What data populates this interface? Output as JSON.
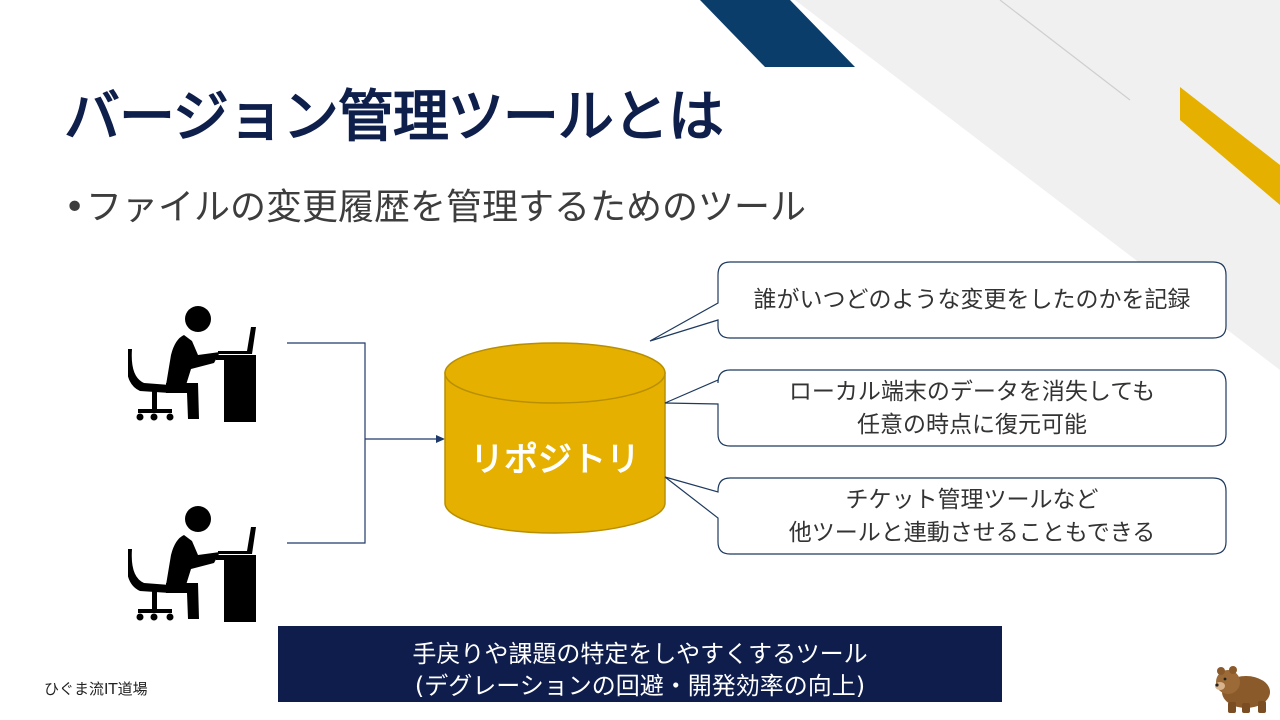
{
  "slide": {
    "title": "バージョン管理ツールとは",
    "bullet": "ファイルの変更履歴を管理するためのツール",
    "bullet_symbol": "•"
  },
  "diagram": {
    "repository_label": "リポジトリ",
    "callouts": [
      {
        "lines": [
          "誰がいつどのような変更をしたのかを記録"
        ]
      },
      {
        "lines": [
          "ローカル端末のデータを消失しても",
          "任意の時点に復元可能"
        ]
      },
      {
        "lines": [
          "チケット管理ツールなど",
          "他ツールと連動させることもできる"
        ]
      }
    ],
    "users": [
      {
        "icon": "person-at-desk-icon"
      },
      {
        "icon": "person-at-desk-icon"
      }
    ]
  },
  "summary": {
    "line1": "手戻りや課題の特定をしやすくするツール",
    "line2": "(デグレーションの回避・開発効率の向上)"
  },
  "footer": {
    "brand": "ひぐま流IT道場",
    "mascot_icon": "bear-icon"
  },
  "colors": {
    "navy": "#0e1d4c",
    "title": "#0f1f4b",
    "repository": "#e6b000",
    "repository_stroke": "#b88f00",
    "accent_yellow": "#e6b000",
    "callout_border": "#1e3a5f",
    "connector": "#1e3a6a"
  }
}
